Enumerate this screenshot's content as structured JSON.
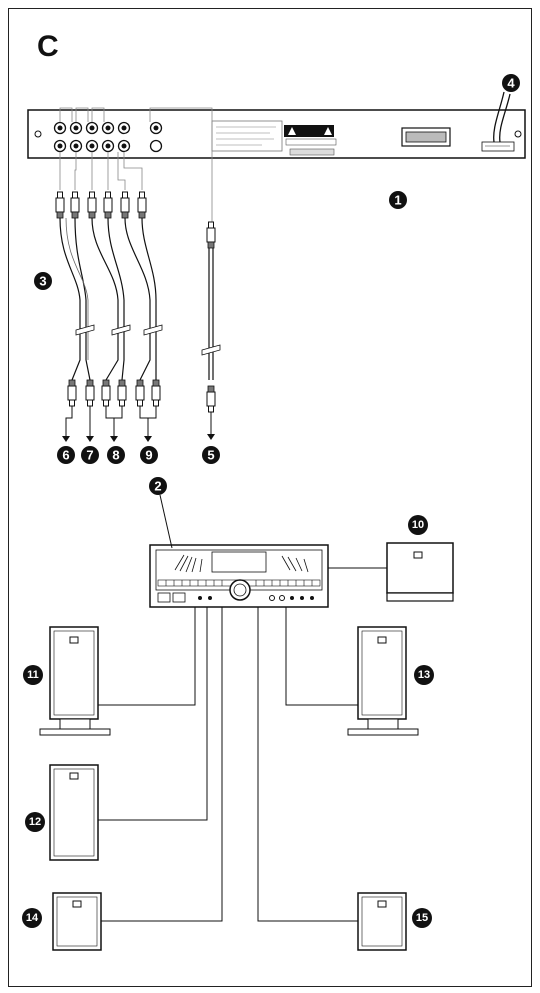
{
  "panel_letter": "C",
  "callouts": {
    "c1": "1",
    "c2": "2",
    "c3": "3",
    "c4": "4",
    "c5": "5",
    "c6": "6",
    "c7": "7",
    "c8": "8",
    "c9": "9",
    "c10": "10",
    "c11": "11",
    "c12": "12",
    "c13": "13",
    "c14": "14",
    "c15": "15"
  }
}
